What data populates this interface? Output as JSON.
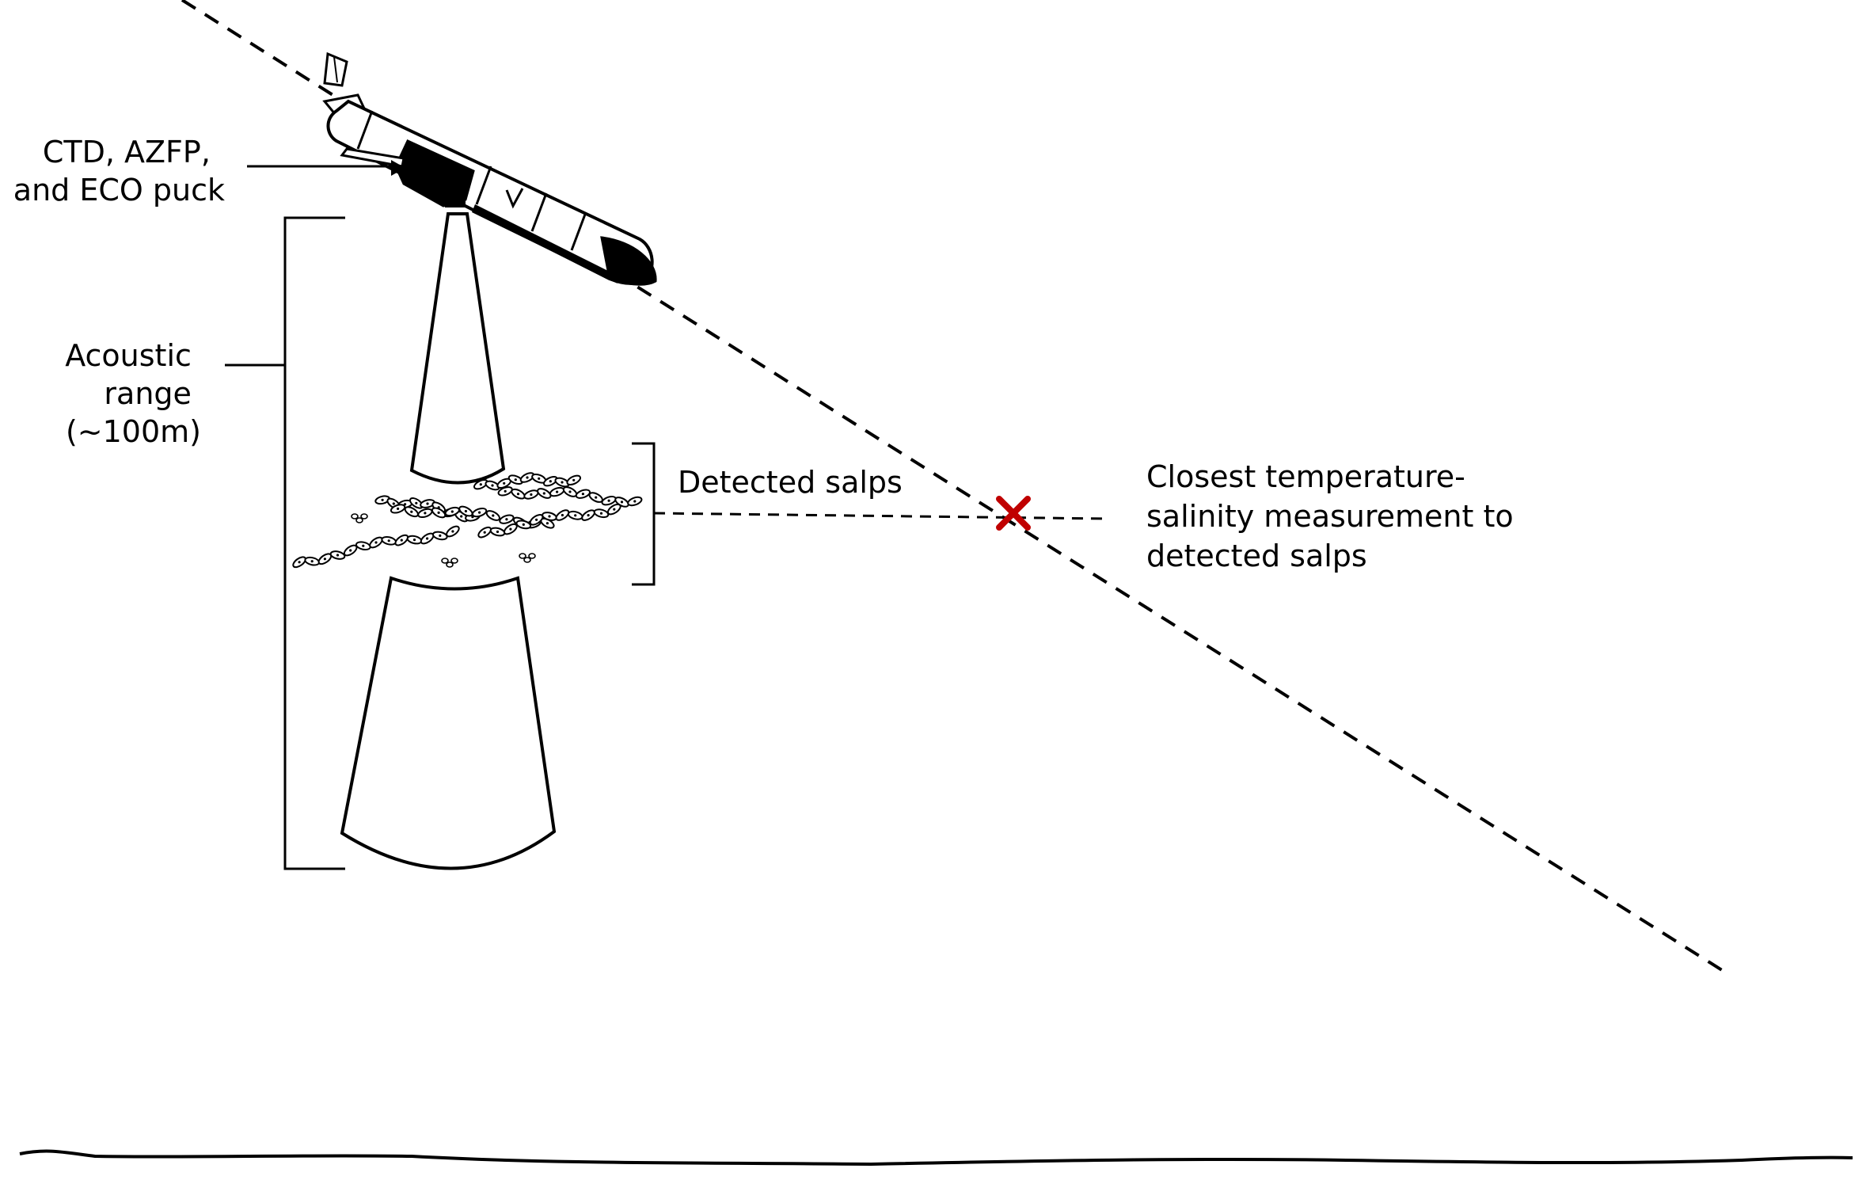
{
  "labels": {
    "sensors": [
      "CTD, AZFP,",
      "and ECO puck"
    ],
    "acoustic_range": [
      "Acoustic",
      "range",
      "(~100m)"
    ],
    "detected_salps": "Detected salps",
    "closest_measurement": [
      "Closest temperature-",
      "salinity measurement to",
      "detected salps"
    ]
  },
  "icons": {
    "glider": "glider-icon",
    "marker": "x-mark-icon",
    "salp": "salp-chain-icon"
  },
  "colors": {
    "ink": "#000000",
    "marker": "#c00000",
    "background": "#ffffff"
  }
}
